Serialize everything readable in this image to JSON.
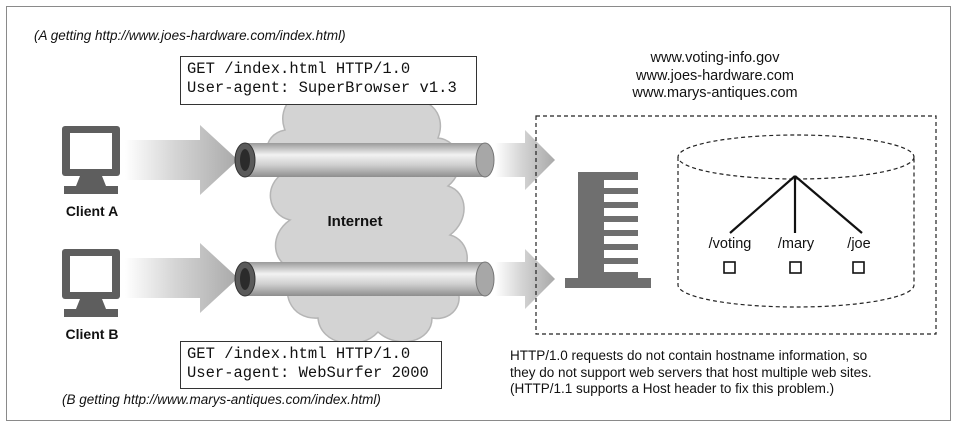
{
  "captions": {
    "top": "(A getting http://www.joes-hardware.com/index.html)",
    "bottom": "(B getting http://www.marys-antiques.com/index.html)"
  },
  "requests": [
    {
      "line1": "GET /index.html HTTP/1.0",
      "line2": "User-agent: SuperBrowser v1.3"
    },
    {
      "line1": "GET /index.html HTTP/1.0",
      "line2": "User-agent: WebSurfer 2000"
    }
  ],
  "hosts": [
    "www.voting-info.gov",
    "www.joes-hardware.com",
    "www.marys-antiques.com"
  ],
  "clients": [
    {
      "label": "Client A"
    },
    {
      "label": "Client B"
    }
  ],
  "network": {
    "label": "Internet"
  },
  "directories": [
    "/voting",
    "/mary",
    "/joe"
  ],
  "note": [
    "HTTP/1.0 requests do not contain hostname information, so",
    "they do not support web servers that host multiple web sites.",
    "(HTTP/1.1 supports a Host header to fix this problem.)"
  ],
  "icons": {
    "client": "computer-monitor-icon",
    "server": "server-tower-icon",
    "storage": "disk-cylinder-icon",
    "network": "cloud-icon"
  },
  "colors": {
    "gray_fill": "#b8b8b8",
    "dark_fill": "#6f6f6f",
    "line": "#111111"
  }
}
